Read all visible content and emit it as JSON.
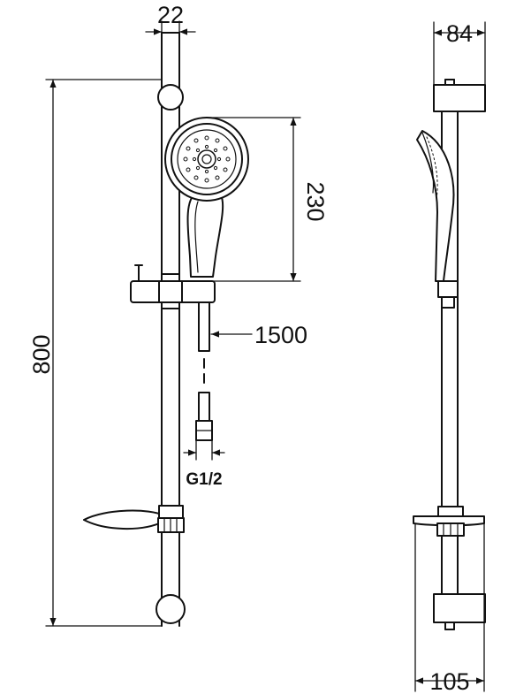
{
  "dimensions": {
    "rail_diameter": "22",
    "rail_height": "800",
    "shower_head_height": "230",
    "hose_length": "1500",
    "connection_thread": "G1/2",
    "bracket_depth": "84",
    "soap_dish_depth": "105"
  },
  "colors": {
    "line": "#111111",
    "background": "#ffffff"
  }
}
